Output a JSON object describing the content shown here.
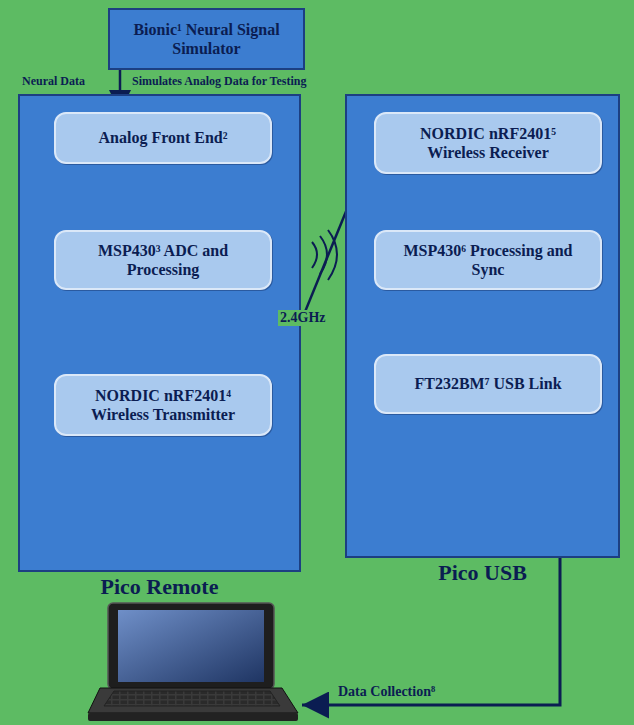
{
  "diagram": {
    "nodes": [
      {
        "text": [
          "Bionic¹ Neural Signal Simulator"
        ]
      },
      {
        "text": [
          "Pico Remote"
        ]
      },
      {
        "text": [
          "Analog Front End²"
        ],
        "in": 1
      },
      {
        "text": [
          "MSP430³ ADC and Processing"
        ],
        "in": 1
      },
      {
        "text": [
          "NORDIC nRF2401⁴ Wireless Transmitter"
        ],
        "in": 1
      },
      {
        "text": [
          "Pico USB"
        ]
      },
      {
        "text": [
          "NORDIC nRF2401⁵ Wireless Receiver"
        ],
        "in": 5
      },
      {
        "text": [
          "MSP430⁶ Processing and Sync"
        ],
        "in": 5
      },
      {
        "text": [
          "FT232BM⁷ USB Link"
        ],
        "in": 5
      }
    ],
    "edges": [
      {
        "from": 0,
        "to": 2,
        "arrow": "to",
        "label": "Neural Data"
      },
      {
        "from": 2,
        "to": 3,
        "arrow": "to"
      },
      {
        "from": 3,
        "to": 4,
        "arrow": "to"
      },
      {
        "from": 4,
        "to": 6,
        "arrow": "none",
        "label": "2.4GHz"
      },
      {
        "from": 6,
        "to": 7,
        "arrow": "to"
      },
      {
        "from": 7,
        "to": 8,
        "arrow": "to"
      }
    ],
    "labels": [
      "Simulates Analog Data for Testing",
      "Data Collection⁸"
    ]
  }
}
